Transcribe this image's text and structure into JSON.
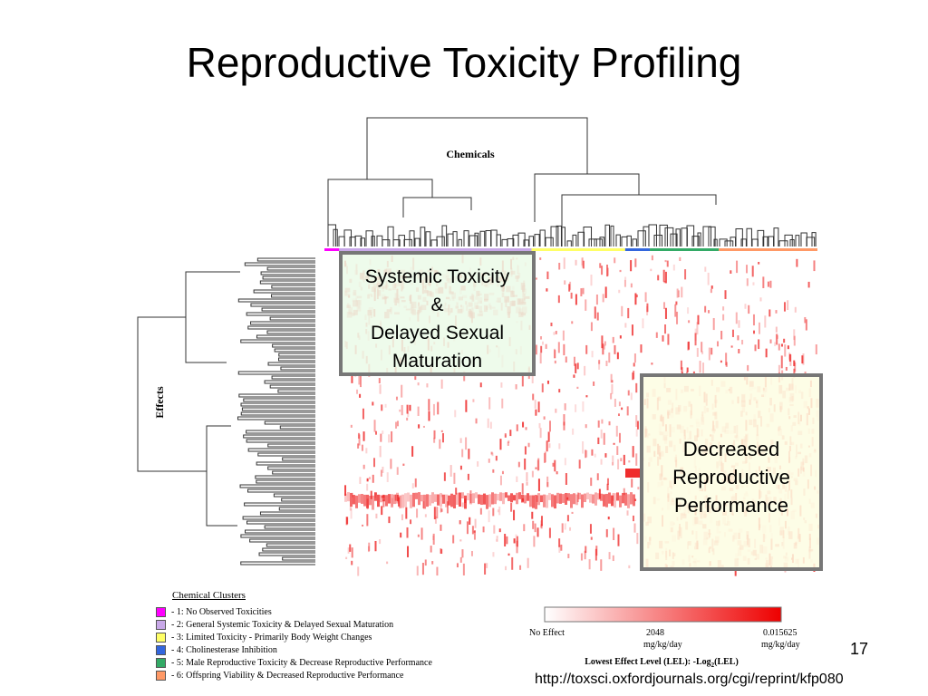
{
  "slide": {
    "title": "Reproductive Toxicity Profiling",
    "page_number": "17",
    "source_url": "http://toxsci.oxfordjournals.org/cgi/reprint/kfp080"
  },
  "chart_data": {
    "type": "heatmap",
    "title": "",
    "column_dendrogram_label": "Chemicals",
    "row_dendrogram_label": "Effects",
    "annotations": [
      {
        "id": "systemic",
        "lines": [
          "Systemic Toxicity",
          "&",
          "Delayed Sexual",
          "Maturation"
        ],
        "color": "#eaf7e6"
      },
      {
        "id": "repro",
        "lines": [
          "Decreased",
          "Reproductive",
          "Performance"
        ],
        "color": "#fdfde0"
      }
    ],
    "legend": {
      "title": "Chemical Clusters",
      "placement": "bottom-left",
      "items": [
        {
          "label": "- 1: No Observed Toxicities",
          "color": "#ff00ff"
        },
        {
          "label": "- 2: General Systemic Toxicity & Delayed Sexual Maturation",
          "color": "#c8a8e8"
        },
        {
          "label": "- 3: Limited Toxicity - Primarily Body Weight Changes",
          "color": "#ffff66"
        },
        {
          "label": "- 4: Cholinesterase Inhibition",
          "color": "#3366dd"
        },
        {
          "label": "- 5: Male Reproductive Toxicity & Decrease Reproductive Performance",
          "color": "#33aa66"
        },
        {
          "label": "- 6: Offspring Viability & Decreased Reproductive Performance",
          "color": "#ff9966"
        }
      ]
    },
    "color_scale": {
      "label": "Lowest Effect Level (LEL): -Log",
      "label_sub": "2",
      "label_end": "(LEL)",
      "low_label": "No Effect",
      "mid_value": "2048",
      "mid_unit": "mg/kg/day",
      "high_value": "0.015625",
      "high_unit": "mg/kg/day",
      "low_color": "#ffffff",
      "high_color": "#ee0000"
    },
    "cluster_spans": [
      {
        "cluster": 1,
        "from": 0.0,
        "to": 0.03
      },
      {
        "cluster": 2,
        "from": 0.03,
        "to": 0.42
      },
      {
        "cluster": 3,
        "from": 0.42,
        "to": 0.61
      },
      {
        "cluster": 4,
        "from": 0.61,
        "to": 0.66
      },
      {
        "cluster": 5,
        "from": 0.66,
        "to": 0.8
      },
      {
        "cluster": 6,
        "from": 0.8,
        "to": 1.0
      }
    ]
  }
}
